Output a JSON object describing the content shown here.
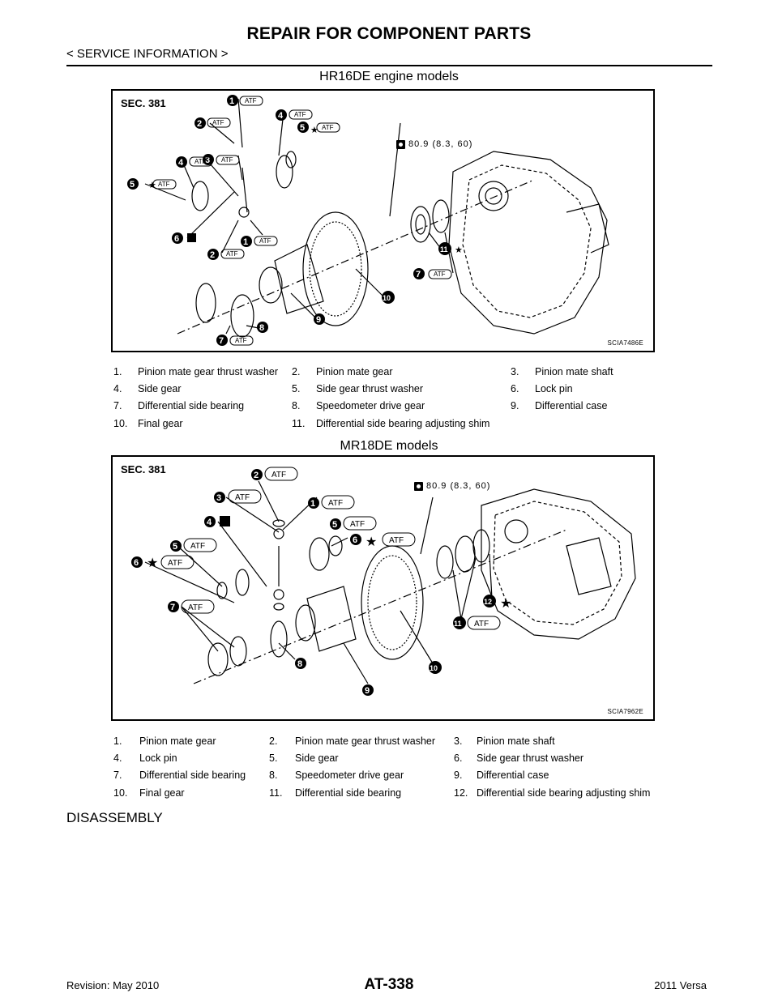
{
  "header": {
    "title": "REPAIR FOR COMPONENT PARTS",
    "section": "< SERVICE INFORMATION >"
  },
  "figure1": {
    "caption": "HR16DE engine models",
    "sec": "SEC. 381",
    "torque": "80.9 (8.3, 60)",
    "id": "SCIA7486E",
    "callouts": [
      "1",
      "2",
      "3",
      "4",
      "5",
      "6",
      "7",
      "8",
      "9",
      "10",
      "11"
    ],
    "label_atf": "ATF"
  },
  "legend1": [
    [
      "1.",
      "Pinion mate gear thrust washer",
      "2.",
      "Pinion mate gear",
      "3.",
      "Pinion mate shaft"
    ],
    [
      "4.",
      "Side gear",
      "5.",
      "Side gear thrust washer",
      "6.",
      " Lock pin"
    ],
    [
      "7.",
      "Differential side bearing",
      "8.",
      "Speedometer drive gear",
      "9.",
      "Differential case"
    ],
    [
      "10.",
      "Final gear",
      "11.",
      "Differential side bearing adjusting shim",
      "",
      ""
    ]
  ],
  "figure2": {
    "caption": "MR18DE models",
    "sec": "SEC. 381",
    "torque": "80.9 (8.3, 60)",
    "id": "SCIA7962E",
    "callouts": [
      "1",
      "2",
      "3",
      "4",
      "5",
      "6",
      "7",
      "8",
      "9",
      "10",
      "11",
      "12"
    ],
    "label_atf": "ATF"
  },
  "legend2": [
    [
      "1.",
      "Pinion mate gear",
      "2.",
      "Pinion mate gear thrust washer",
      "3.",
      "Pinion mate shaft"
    ],
    [
      "4.",
      "Lock pin",
      "5.",
      "Side gear",
      "6.",
      "Side gear thrust washer"
    ],
    [
      "7.",
      "Differential side bearing",
      "8.",
      "Speedometer drive gear",
      "9.",
      "Differential case"
    ],
    [
      "10.",
      "Final gear",
      "11.",
      "Differential side bearing",
      "12.",
      "Differential side bearing adjusting shim"
    ]
  ],
  "section_heading": "DISASSEMBLY",
  "footer": {
    "revision": "Revision: May 2010",
    "page": "AT-338",
    "model": "2011 Versa"
  }
}
